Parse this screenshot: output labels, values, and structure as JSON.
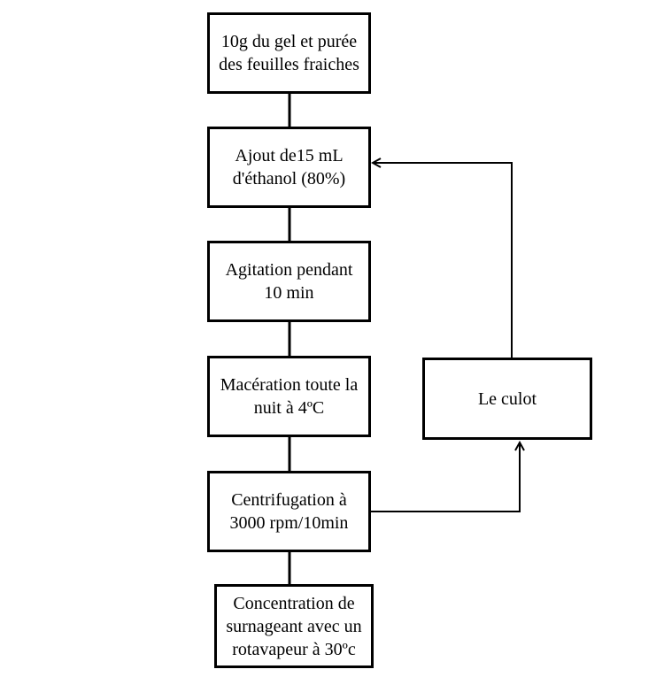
{
  "diagram": {
    "steps": [
      {
        "id": "step-1",
        "label": "10g du gel et purée\ndes feuilles fraiches"
      },
      {
        "id": "step-2",
        "label": "Ajout de15 mL\nd'éthanol (80%)"
      },
      {
        "id": "step-3",
        "label": "Agitation pendant\n10 min"
      },
      {
        "id": "step-4",
        "label": "Macération toute la\nnuit à 4ºC"
      },
      {
        "id": "step-5",
        "label": "Centrifugation à\n3000 rpm/10min"
      },
      {
        "id": "step-6",
        "label": "Concentration de\nsurnageant avec un\nrotavapeur à 30ºc"
      }
    ],
    "side_node": {
      "id": "culot",
      "label": "Le culot"
    },
    "edges": [
      {
        "from": "step-1",
        "to": "step-2",
        "arrow": false
      },
      {
        "from": "step-2",
        "to": "step-3",
        "arrow": false
      },
      {
        "from": "step-3",
        "to": "step-4",
        "arrow": false
      },
      {
        "from": "step-4",
        "to": "step-5",
        "arrow": false
      },
      {
        "from": "step-5",
        "to": "step-6",
        "arrow": false
      },
      {
        "from": "step-5",
        "to": "culot",
        "arrow": true
      },
      {
        "from": "culot",
        "to": "step-2",
        "arrow": true
      }
    ],
    "colors": {
      "stroke": "#000000",
      "background": "#ffffff"
    }
  }
}
